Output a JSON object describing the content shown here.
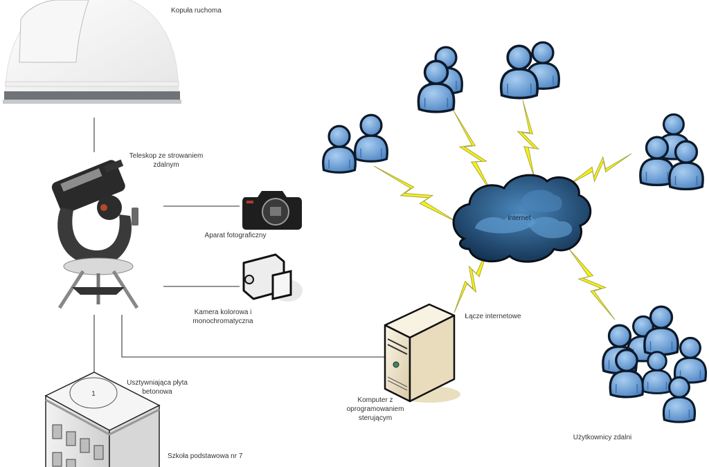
{
  "diagram": {
    "title": "Zdalne obserwatorium astronomiczne",
    "nodes": {
      "dome": {
        "label": "Kopuła ruchoma",
        "icon": "observatory-dome-icon"
      },
      "telescope": {
        "label_line1": "Teleskop ze strowaniem",
        "label_line2": "zdalnym",
        "icon": "telescope-icon"
      },
      "camera_photo": {
        "label": "Aparat fotograficzny",
        "icon": "dslr-camera-icon"
      },
      "camera_video": {
        "label_line1": "Kamera kolorowa i",
        "label_line2": "monochromatyczna",
        "icon": "video-camera-icon"
      },
      "slab": {
        "label_line1": "Usztywniająca płyta",
        "label_line2": "betonowa",
        "marker": "1"
      },
      "school": {
        "label": "Szkoła podstawowa nr 7",
        "icon": "building-icon"
      },
      "computer": {
        "label_line1": "Komputer z",
        "label_line2": "oprogramowaniem",
        "label_line3": "sterującym",
        "icon": "server-tower-icon"
      },
      "internet_link": {
        "label": "Łącze internetowe"
      },
      "cloud": {
        "label": "internet",
        "icon": "cloud-icon"
      },
      "remote_users": {
        "label": "Użytkownicy zdalni",
        "icon": "user-group-icon"
      }
    },
    "user_groups": [
      {
        "name": "users-group-left",
        "count": 2
      },
      {
        "name": "users-group-top-left",
        "count": 2
      },
      {
        "name": "users-group-top",
        "count": 2
      },
      {
        "name": "users-group-right",
        "count": 3
      },
      {
        "name": "users-group-bottom-right",
        "count": 7
      }
    ],
    "colors": {
      "user_fill": "#6a9ed6",
      "user_stroke": "#0d1a2a",
      "cloud_fill": "#2e5f8a",
      "cloud_dark": "#14304d",
      "bolt_fill": "#f5f01a",
      "bolt_stroke": "#a8a840",
      "line": "#555555",
      "text": "#333333"
    }
  }
}
